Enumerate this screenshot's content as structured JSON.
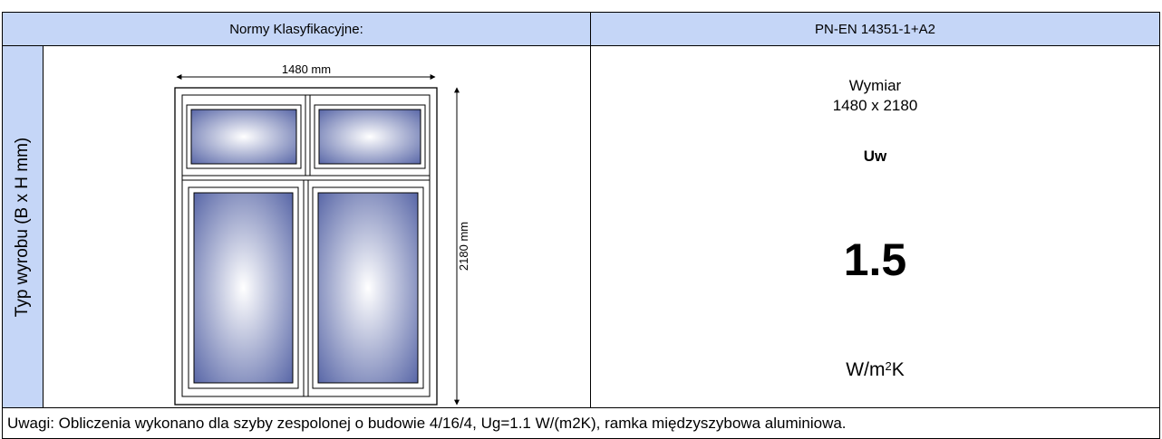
{
  "header": {
    "left_label": "Normy Klasyfikacyjne:",
    "right_label": "PN-EN 14351-1+A2"
  },
  "side": {
    "label": "Typ wyrobu (B x H mm)"
  },
  "drawing": {
    "width_label": "1480 mm",
    "height_label": "2180 mm"
  },
  "value": {
    "title": "Wymiar",
    "dimension": "1480 x 2180",
    "coefficient_label": "Uw",
    "coefficient_value": "1.5",
    "unit_main": "W/m",
    "unit_sup": "2",
    "unit_tail": "K"
  },
  "notes": {
    "text": "Uwagi: Obliczenia wykonano dla szyby zespolonej o budowie 4/16/4, Ug=1.1 W/(m2K), ramka międzyszybowa aluminiowa."
  },
  "colors": {
    "header_bg": "#c5d6f7",
    "glass_center": "#ffffff",
    "glass_edge": "#5a68a8"
  }
}
